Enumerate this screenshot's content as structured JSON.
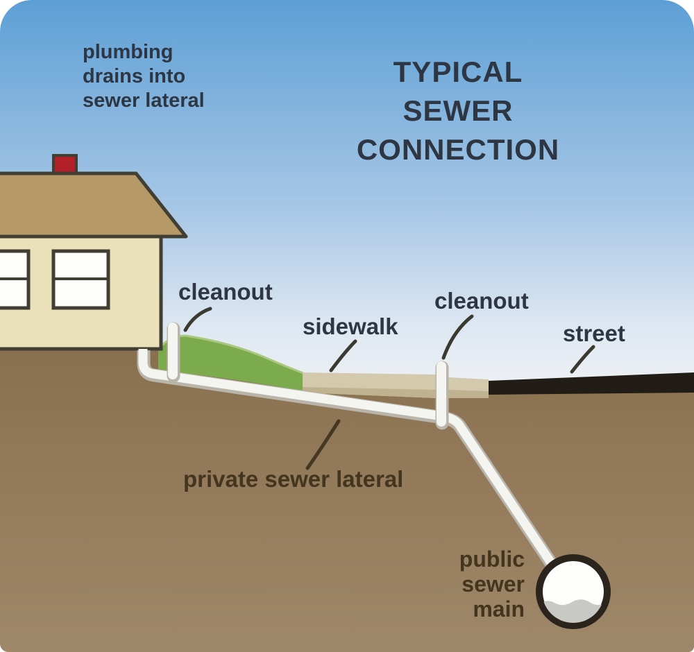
{
  "title": {
    "line1": "TYPICAL",
    "line2": "SEWER",
    "line3": "CONNECTION"
  },
  "labels": {
    "plumbing": {
      "line1": "plumbing",
      "line2": "drains into",
      "line3": "sewer lateral"
    },
    "cleanout_house": "cleanout",
    "sidewalk": "sidewalk",
    "cleanout_street": "cleanout",
    "street": "street",
    "private_lateral": "private sewer lateral",
    "public_main": {
      "line1": "public",
      "line2": "sewer",
      "line3": "main"
    }
  },
  "colors": {
    "sky_top": "#5d9fd5",
    "sky_mid": "#a9c8e6",
    "sky_low": "#dfe8f2",
    "sky_bottom": "#eef1f4",
    "ground_top": "#88704f",
    "ground_bottom": "#9f8769",
    "grass": "#7cab4e",
    "grass_highlight": "#a9c97e",
    "sidewalk": "#d3c9ad",
    "sidewalk_shade": "#bfb291",
    "street": "#211c16",
    "roof": "#b59a68",
    "wall": "#eae0b9",
    "chimney": "#b2212a",
    "outline": "#413f33",
    "window": "#fdfdfc",
    "pipe": "#f4f4f0",
    "pipe_shadow": "#b9b5aa",
    "ring": "#2b241d",
    "water": "#c8c8c5",
    "text_sky": "#2d3642",
    "text_ground": "#44351f",
    "leader": "#3a3a31",
    "leader_brown": "#453823"
  }
}
